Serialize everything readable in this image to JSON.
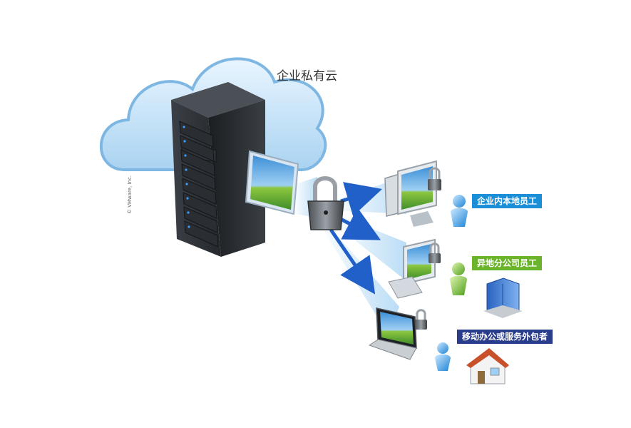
{
  "cloud": {
    "title": "企业私有云"
  },
  "copyright": "© VMware, Inc.",
  "users": [
    {
      "label": "企业内本地员工",
      "color": "#1a8fd8"
    },
    {
      "label": "异地分公司员工",
      "color": "#6ab42c"
    },
    {
      "label": "移动办公或服务外包者",
      "color": "#2a3d8c"
    }
  ]
}
